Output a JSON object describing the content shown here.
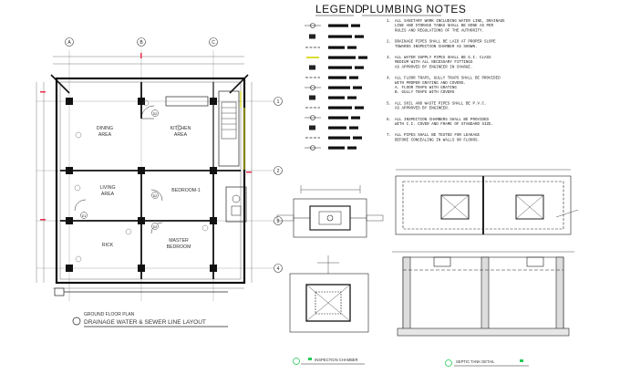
{
  "headings": {
    "legend": "LEGEND",
    "plumbing_notes": "PLUMBING NOTES"
  },
  "plan": {
    "title": "DRAINAGE WATER & SEWER LINE LAYOUT",
    "subtitle": "GROUND FLOOR PLAN",
    "grid_columns": [
      "A",
      "B",
      "C"
    ],
    "grid_rows": [
      "1",
      "2",
      "3",
      "4"
    ],
    "rooms": [
      {
        "name": "DINING",
        "name2": "AREA"
      },
      {
        "name": "KITCHEN",
        "name2": "AREA"
      },
      {
        "name": "LIVING",
        "name2": "AREA"
      },
      {
        "name": "BEDROOM-1",
        "name2": ""
      },
      {
        "name": "RICK",
        "name2": ""
      },
      {
        "name": "MASTER",
        "name2": "BEDROOM"
      }
    ],
    "door_tags": [
      "D1",
      "D2",
      "D2",
      "D2"
    ]
  },
  "notes": [
    {
      "num": "1.",
      "lines": [
        "ALL SANITARY WORK INCLUDING WATER LINE, DRAINAGE",
        "LINE AND STORAGE TANKS SHALL BE DONE AS PER",
        "RULES AND REGULATIONS OF THE AUTHORITY."
      ]
    },
    {
      "num": "2.",
      "lines": [
        "DRAINAGE PIPES SHALL BE LAID AT PROPER SLOPE",
        "TOWARDS INSPECTION CHAMBER AS SHOWN."
      ]
    },
    {
      "num": "3.",
      "lines": [
        "ALL WATER SUPPLY PIPES SHALL BE G.I. CLASS",
        "MEDIUM WITH ALL NECESSARY FITTINGS",
        "AS APPROVED BY ENGINEER IN CHARGE."
      ]
    },
    {
      "num": "4.",
      "lines": [
        "ALL FLOOR TRAPS, GULLY TRAPS SHALL BE PROVIDED",
        "WITH PROPER GRATING AND COVERS.",
        "A. FLOOR TRAPS WITH GRATING",
        "B. GULLY TRAPS WITH COVERS"
      ]
    },
    {
      "num": "5.",
      "lines": [
        "ALL SOIL AND WASTE PIPES SHALL BE P.V.C.",
        "AS APPROVED BY ENGINEER."
      ]
    },
    {
      "num": "6.",
      "lines": [
        "ALL INSPECTION CHAMBERS SHALL BE PROVIDED",
        "WITH C.I. COVER AND FRAME OF STANDARD SIZE."
      ]
    },
    {
      "num": "7.",
      "lines": [
        "ALL PIPES SHALL BE TESTED FOR LEAKAGE",
        "BEFORE CONCEALING IN WALLS OR FLOORS."
      ]
    }
  ],
  "details": {
    "caption_left": "INSPECTION CHAMBER",
    "caption_right": "SEPTIC TANK DETAIL"
  },
  "colors": {
    "line": "#2a2a2a",
    "wall": "#111111",
    "drain": "#d4d400",
    "accent": "#e8304a",
    "green": "#22cc55"
  }
}
